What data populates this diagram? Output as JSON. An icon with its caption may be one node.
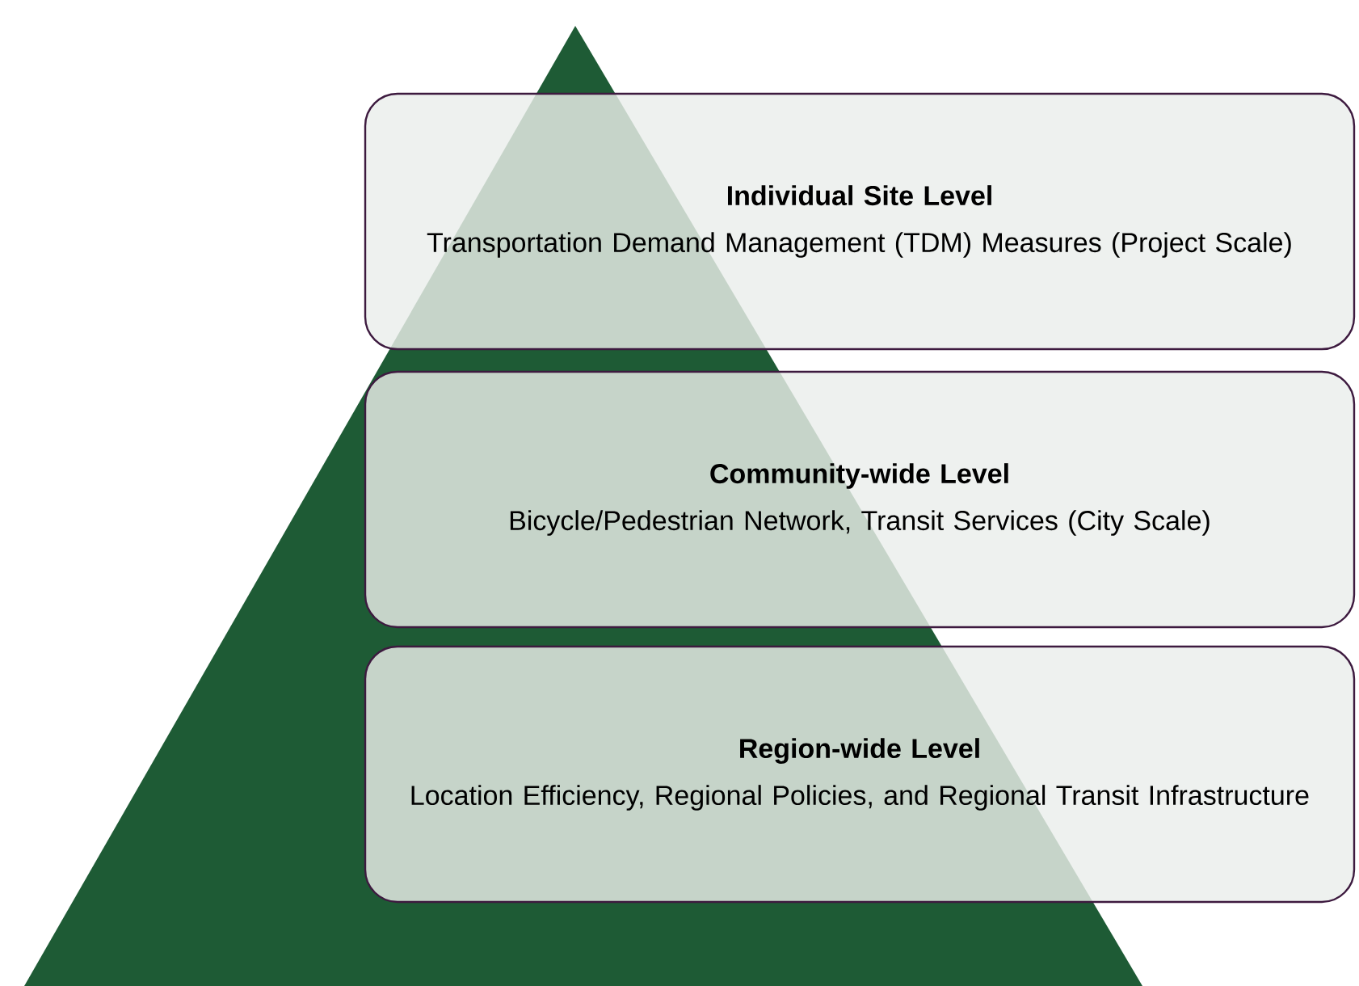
{
  "diagram": {
    "nodes": [
      {
        "text": [
          "Individual Site Level",
          "Transportation Demand Management (TDM) Measures (Project Scale)"
        ]
      },
      {
        "text": [
          "Community-wide Level",
          "Bicycle/Pedestrian Network, Transit Services (City Scale)"
        ]
      },
      {
        "text": [
          "Region-wide Level",
          "Location Efficiency, Regional Policies, and Regional Transit Infrastructure"
        ]
      }
    ]
  }
}
